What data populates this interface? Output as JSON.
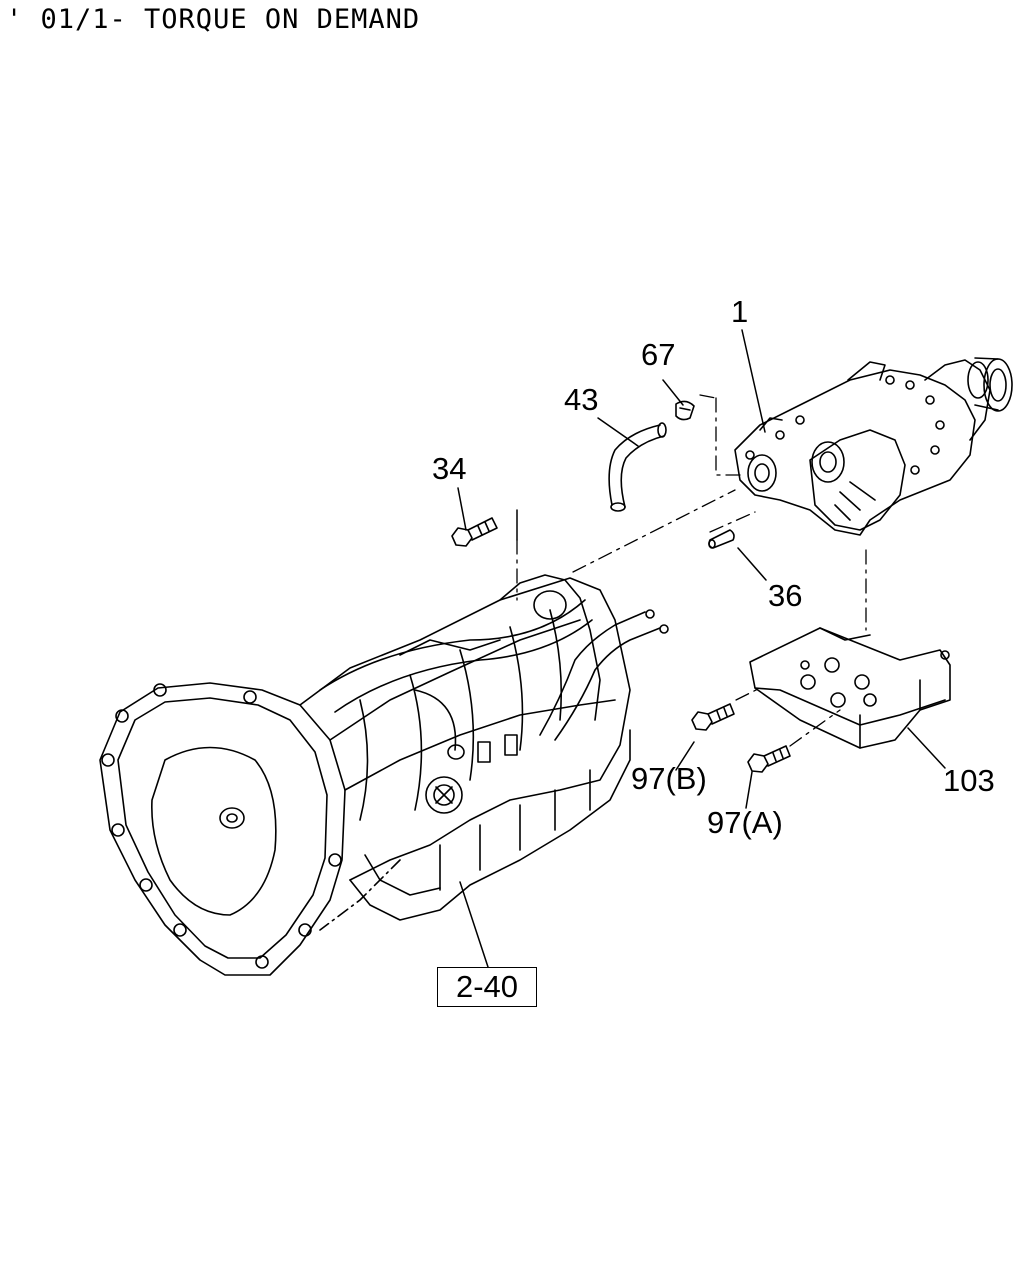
{
  "title": "' 01/1- TORQUE ON DEMAND",
  "callouts": {
    "part_1": "1",
    "part_67": "67",
    "part_43": "43",
    "part_34": "34",
    "part_36": "36",
    "part_97b": "97(B)",
    "part_97a": "97(A)",
    "part_103": "103"
  },
  "reference_box": "2-40"
}
